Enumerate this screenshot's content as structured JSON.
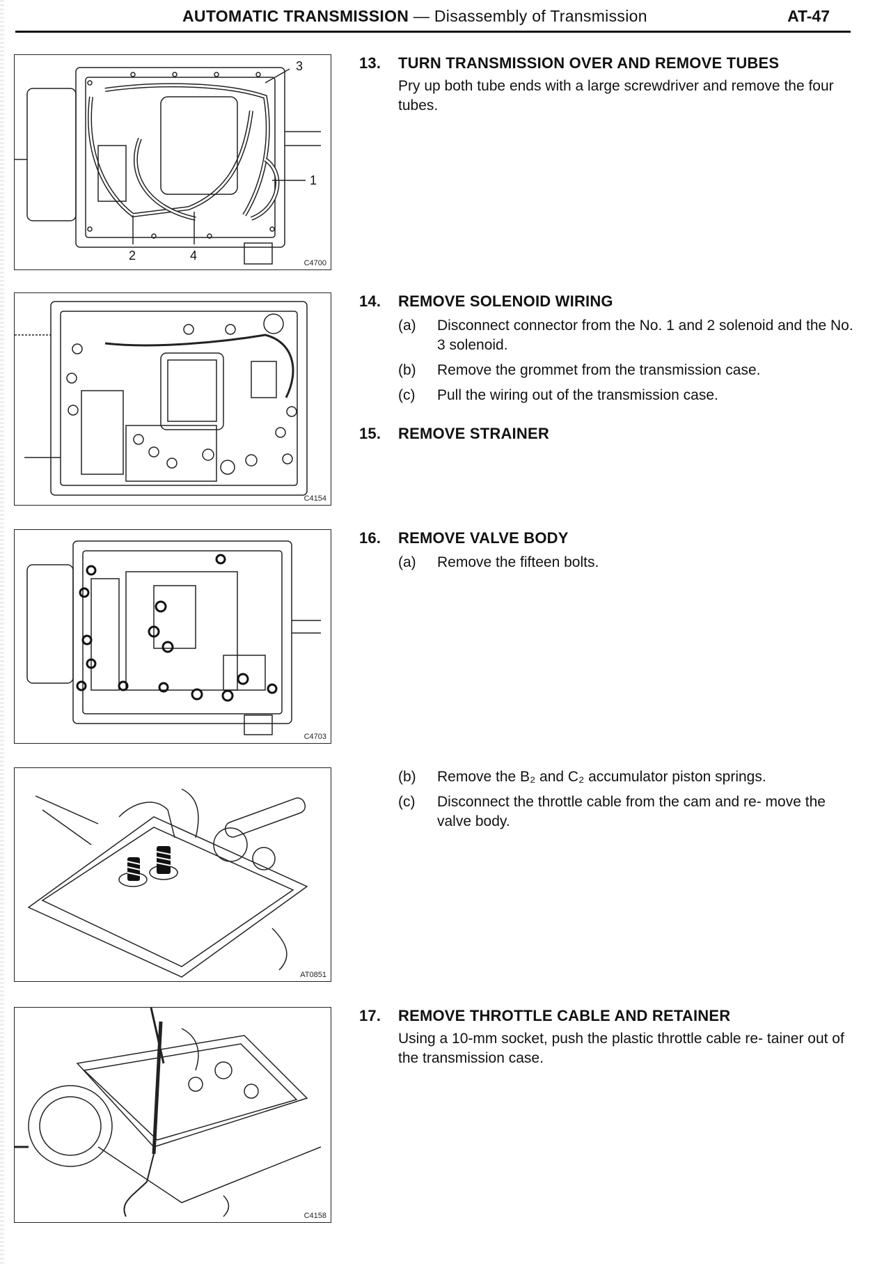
{
  "header": {
    "section": "AUTOMATIC TRANSMISSION",
    "dash": " — ",
    "subtitle": "Disassembly of Transmission",
    "page": "AT-47"
  },
  "figures": {
    "fig1": {
      "code": "C4700",
      "callouts": [
        "3",
        "1",
        "2",
        "4"
      ]
    },
    "fig2": {
      "code": "C4154"
    },
    "fig3": {
      "code": "C4703"
    },
    "fig4": {
      "code": "AT0851"
    },
    "fig5": {
      "code": "C4158"
    }
  },
  "steps": {
    "s13": {
      "num": "13.",
      "title": "TURN TRANSMISSION OVER AND REMOVE TUBES",
      "text": "Pry up both tube ends with a large screwdriver and remove the four tubes."
    },
    "s14": {
      "num": "14.",
      "title": "REMOVE SOLENOID WIRING",
      "a_label": "(a)",
      "a_text": "Disconnect connector from the No. 1 and 2 solenoid and the No. 3 solenoid.",
      "b_label": "(b)",
      "b_text": "Remove the grommet from the transmission case.",
      "c_label": "(c)",
      "c_text": "Pull the wiring out of the transmission case."
    },
    "s15": {
      "num": "15.",
      "title": "REMOVE STRAINER"
    },
    "s16": {
      "num": "16.",
      "title": "REMOVE VALVE BODY",
      "a_label": "(a)",
      "a_text": "Remove the fifteen bolts.",
      "b_label": "(b)",
      "b_text": "Remove the B₂ and C₂ accumulator piston springs.",
      "c_label": "(c)",
      "c_text": "Disconnect the throttle cable from the cam and re- move the valve body."
    },
    "s17": {
      "num": "17.",
      "title": "REMOVE THROTTLE CABLE AND RETAINER",
      "text": "Using a 10-mm socket, push the plastic throttle cable re- tainer out of the transmission case."
    }
  }
}
